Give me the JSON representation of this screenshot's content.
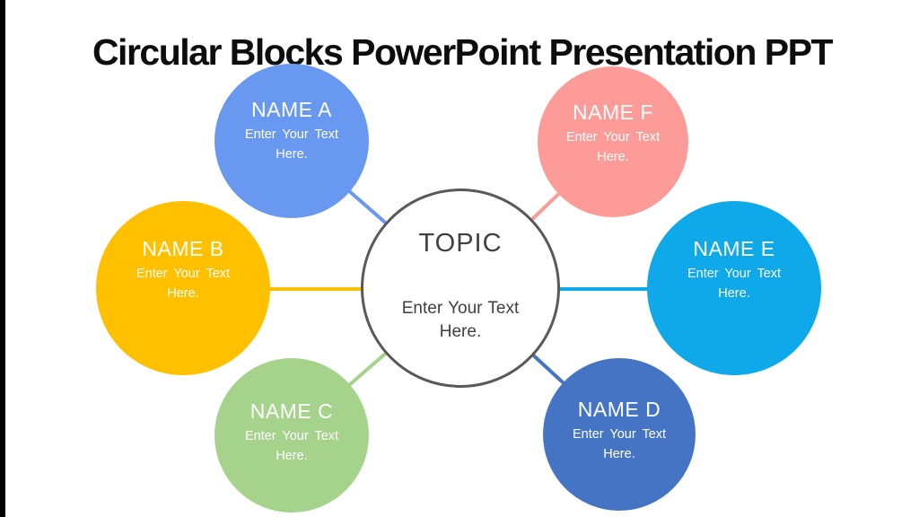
{
  "title": "Circular Blocks PowerPoint Presentation PPT",
  "diagram": {
    "center": {
      "title": "TOPIC",
      "body": "Enter Your Text Here.",
      "border_color": "#595959",
      "text_color": "#404040"
    },
    "nodes": [
      {
        "id": "a",
        "name": "NAME A",
        "body": "Enter Your Text Here.",
        "color": "#6898F0"
      },
      {
        "id": "b",
        "name": "NAME B",
        "body": "Enter Your Text Here.",
        "color": "#FFC000"
      },
      {
        "id": "c",
        "name": "NAME C",
        "body": "Enter Your Text Here.",
        "color": "#A6D38C"
      },
      {
        "id": "d",
        "name": "NAME D",
        "body": "Enter Your Text Here.",
        "color": "#4674C4"
      },
      {
        "id": "e",
        "name": "NAME E",
        "body": "Enter Your Text Here.",
        "color": "#0FA9E9"
      },
      {
        "id": "f",
        "name": "NAME F",
        "body": "Enter Your Text Here.",
        "color": "#FD9B99"
      }
    ]
  }
}
